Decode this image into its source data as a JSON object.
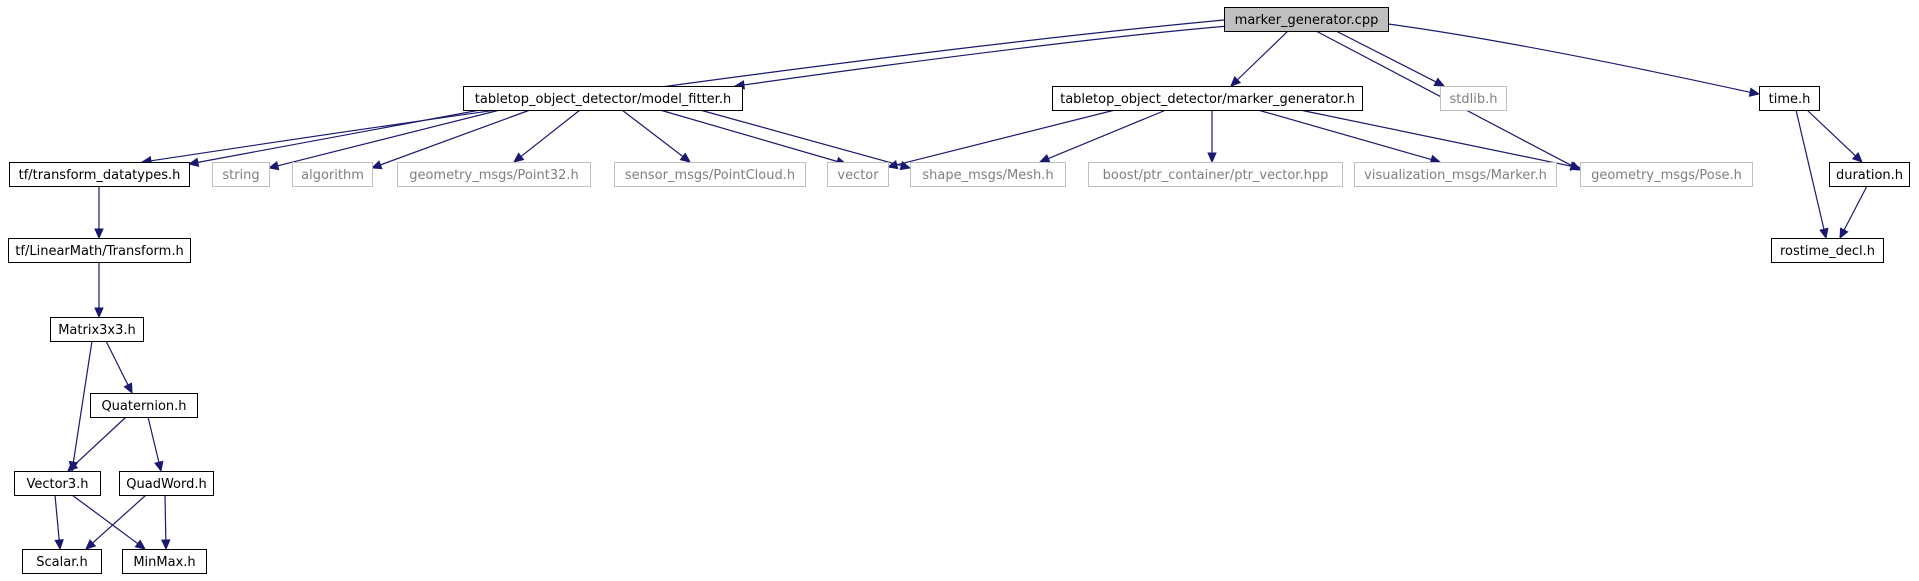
{
  "graph": {
    "nodes": [
      {
        "id": "root",
        "label": "marker_generator.cpp",
        "kind": "root"
      },
      {
        "id": "model_fitter",
        "label": "tabletop_object_detector/model_fitter.h",
        "kind": "file"
      },
      {
        "id": "marker_gen_h",
        "label": "tabletop_object_detector/marker_generator.h",
        "kind": "file"
      },
      {
        "id": "stdlib",
        "label": "stdlib.h",
        "kind": "external"
      },
      {
        "id": "time_h",
        "label": "time.h",
        "kind": "file"
      },
      {
        "id": "tf_transform",
        "label": "tf/transform_datatypes.h",
        "kind": "file"
      },
      {
        "id": "string",
        "label": "string",
        "kind": "external"
      },
      {
        "id": "algorithm",
        "label": "algorithm",
        "kind": "external"
      },
      {
        "id": "point32",
        "label": "geometry_msgs/Point32.h",
        "kind": "external"
      },
      {
        "id": "pointcloud",
        "label": "sensor_msgs/PointCloud.h",
        "kind": "external"
      },
      {
        "id": "vector",
        "label": "vector",
        "kind": "external"
      },
      {
        "id": "mesh",
        "label": "shape_msgs/Mesh.h",
        "kind": "external"
      },
      {
        "id": "ptr_vector",
        "label": "boost/ptr_container/ptr_vector.hpp",
        "kind": "external"
      },
      {
        "id": "marker",
        "label": "visualization_msgs/Marker.h",
        "kind": "external"
      },
      {
        "id": "pose",
        "label": "geometry_msgs/Pose.h",
        "kind": "external"
      },
      {
        "id": "duration",
        "label": "duration.h",
        "kind": "file"
      },
      {
        "id": "rostime_decl",
        "label": "rostime_decl.h",
        "kind": "file"
      },
      {
        "id": "linearmath",
        "label": "tf/LinearMath/Transform.h",
        "kind": "file"
      },
      {
        "id": "matrix3x3",
        "label": "Matrix3x3.h",
        "kind": "file"
      },
      {
        "id": "quaternion",
        "label": "Quaternion.h",
        "kind": "file"
      },
      {
        "id": "vector3",
        "label": "Vector3.h",
        "kind": "file"
      },
      {
        "id": "quadword",
        "label": "QuadWord.h",
        "kind": "file"
      },
      {
        "id": "scalar",
        "label": "Scalar.h",
        "kind": "file"
      },
      {
        "id": "minmax",
        "label": "MinMax.h",
        "kind": "file"
      }
    ],
    "edges": [
      [
        "root",
        "model_fitter"
      ],
      [
        "root",
        "marker_gen_h"
      ],
      [
        "root",
        "stdlib"
      ],
      [
        "root",
        "time_h"
      ],
      [
        "root",
        "tf_transform"
      ],
      [
        "root",
        "pose"
      ],
      [
        "model_fitter",
        "tf_transform"
      ],
      [
        "model_fitter",
        "string"
      ],
      [
        "model_fitter",
        "algorithm"
      ],
      [
        "model_fitter",
        "point32"
      ],
      [
        "model_fitter",
        "pointcloud"
      ],
      [
        "model_fitter",
        "vector"
      ],
      [
        "model_fitter",
        "mesh"
      ],
      [
        "marker_gen_h",
        "vector"
      ],
      [
        "marker_gen_h",
        "mesh"
      ],
      [
        "marker_gen_h",
        "ptr_vector"
      ],
      [
        "marker_gen_h",
        "marker"
      ],
      [
        "marker_gen_h",
        "pose"
      ],
      [
        "time_h",
        "duration"
      ],
      [
        "time_h",
        "rostime_decl"
      ],
      [
        "duration",
        "rostime_decl"
      ],
      [
        "tf_transform",
        "linearmath"
      ],
      [
        "linearmath",
        "matrix3x3"
      ],
      [
        "matrix3x3",
        "quaternion"
      ],
      [
        "matrix3x3",
        "vector3"
      ],
      [
        "quaternion",
        "vector3"
      ],
      [
        "quaternion",
        "quadword"
      ],
      [
        "vector3",
        "scalar"
      ],
      [
        "vector3",
        "minmax"
      ],
      [
        "quadword",
        "scalar"
      ],
      [
        "quadword",
        "minmax"
      ]
    ]
  },
  "colors": {
    "edge": "#191970",
    "root_fill": "#bfbfbf",
    "external_border": "#bfbfbf",
    "external_text": "#7f7f7f",
    "node_border": "#000000"
  }
}
